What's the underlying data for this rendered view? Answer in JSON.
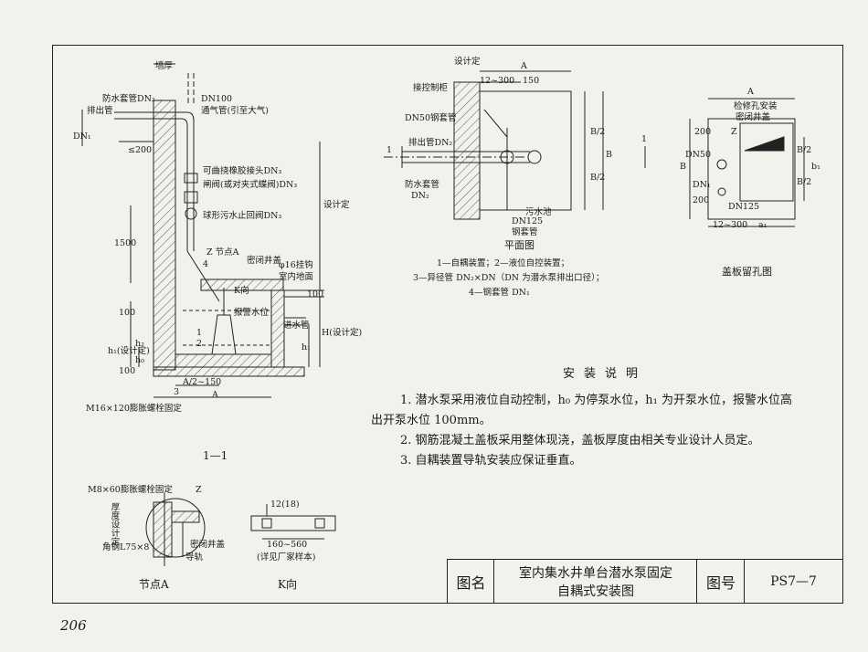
{
  "page_number": "206",
  "section_1_1": {
    "caption": "1—1",
    "labels": {
      "wall_thickness": "墙厚",
      "vent_pipe": "DN100",
      "vent_pipe_desc": "通气管(引至大气)",
      "waterproof_sleeve": "防水套管DN₂",
      "discharge_pipe": "排出管",
      "dn1": "DN₁",
      "le200": "≤200",
      "flex_joint": "可曲挠橡胶接头DN₃",
      "gate_valve": "闸阀(或对夹式蝶阀)DN₃",
      "check_valve": "球形污水止回阀DN₃",
      "dim_1500": "1500",
      "design_determined_1": "设计定",
      "node_a": "Z  节点A",
      "num_4": "4",
      "sealed_cover": "密闭井盖",
      "hook": "φ16挂钩",
      "indoor_floor": "室内地面",
      "k_dir": "K向",
      "alarm_level": "报警水位",
      "inlet_pipe": "进水管",
      "num_1": "1",
      "num_2": "2",
      "num_3": "3",
      "dim_100a": "100",
      "dim_100b": "100",
      "dim_100c": "100",
      "h1_design": "h₁(设计定)",
      "h0": "h₀",
      "h2": "h₂",
      "h1": "h₁",
      "H_design": "H(设计定)",
      "a_half": "A/2~150",
      "A": "A",
      "anchor_bolt": "M16×120膨胀螺栓固定"
    }
  },
  "plan_view": {
    "caption": "平面图",
    "labels": {
      "design_det": "设计定",
      "A_top": "A",
      "dim_12_300": "12~300",
      "dim_150": "150",
      "control_cabinet": "接控制柜",
      "dn50_sleeve": "DN50钢套管",
      "discharge": "排出管DN₂",
      "section_mark_l": "1",
      "section_mark_r": "1",
      "waterproof": "防水套管",
      "waterproof_dn": "DN₂",
      "B_half_1": "B/2",
      "B_half_2": "B/2",
      "B": "B",
      "dn125": "DN125",
      "steel_sleeve": "钢套管",
      "sump": "污水池"
    },
    "legend": [
      "1—自耦装置；2—液位自控装置；",
      "3—异径管 DN₂×DN（DN 为潜水泵排出口径）；",
      "4—钢套管 DN₁"
    ]
  },
  "cover_plate": {
    "caption": "盖板留孔图",
    "labels": {
      "A": "A",
      "hatch_note_1": "检修孔安装",
      "hatch_note_2": "密闭井盖",
      "dim_200a": "200",
      "Z": "Z",
      "dn50": "DN50",
      "B": "B",
      "B2a": "B/2",
      "B2b": "B/2",
      "b1": "b₁",
      "dn1": "DN₁",
      "dim_200b": "200",
      "dn125": "DN125",
      "dim_12_300": "12~300",
      "a1": "a₁"
    }
  },
  "node_a": {
    "caption": "节点A",
    "labels": {
      "bolt": "M8×60膨胀螺栓固定",
      "Z": "Z",
      "thickness": "厚度设计定",
      "angle_steel": "角钢L75×8",
      "cover": "密闭井盖",
      "rail": "导轨"
    }
  },
  "k_view": {
    "caption": "K向",
    "labels": {
      "dim_12": "12(18)",
      "dim_160": "160~560",
      "note": "(详见厂家样本)"
    }
  },
  "notes": {
    "heading": "安装说明",
    "items": [
      "1. 潜水泵采用液位自动控制，h₀ 为停泵水位，h₁ 为开泵水位，报警水位高",
      "出开泵水位 100mm。",
      "2. 钢筋混凝土盖板采用整体现浇，盖板厚度由相关专业设计人员定。",
      "3. 自耦装置导轨安装应保证垂直。"
    ]
  },
  "title_block": {
    "name_label": "图名",
    "name_line1": "室内集水井单台潜水泵固定",
    "name_line2": "自耦式安装图",
    "no_label": "图号",
    "no_value": "PS7—7"
  }
}
